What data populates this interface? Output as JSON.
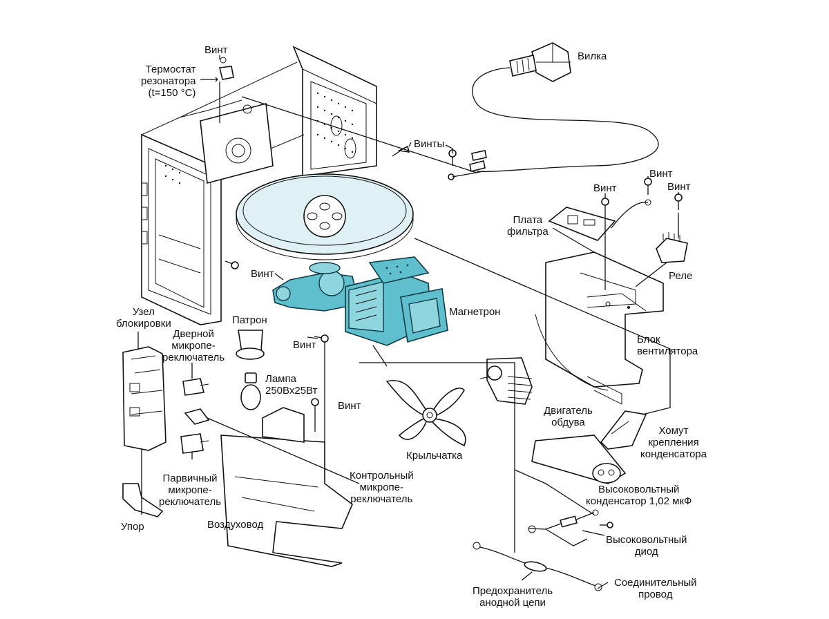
{
  "labels": {
    "vint_top": "Винт",
    "thermostat": "Термостат\nрезонатора\n(t=150 °C)",
    "vilka": "Вилка",
    "vinty": "Винты",
    "vint_r1": "Винт",
    "vint_r2": "Винт",
    "vint_r3": "Винт",
    "plata": "Плата\nфильтра",
    "rele": "Реле",
    "vint_left": "Винт",
    "magnetron": "Магнетрон",
    "uzel": "Узел\nблокировки",
    "dvernoy": "Дверной\nмикропе-\nреключатель",
    "patron": "Патрон",
    "vint_mid": "Винт",
    "lampa": "Лампа\n250Вх25Вт",
    "vint_duct": "Винт",
    "blok": "Блок\nвентилятора",
    "dvigatel": "Двигатель\nобдува",
    "homut": "Хомут\nкрепления\nконденсатора",
    "krylchatka": "Крыльчатка",
    "parvichny": "Парвичный\nмикропе-\nреключатель",
    "kontrolny": "Контрольный\nмикропе-\nреключатель",
    "kondensator": "Высоковольтный\nконденсатор 1,02 мкФ",
    "upor": "Упор",
    "vozduhovod": "Воздуховод",
    "diod": "Высоковольтный\nдиод",
    "soedinitelny": "Соединительный\nпровод",
    "predohranitel": "Предохранитель\nанодной цепи"
  },
  "colors": {
    "highlight": "#5fbfcc",
    "line": "#111111",
    "tray": "#dff1f4"
  }
}
